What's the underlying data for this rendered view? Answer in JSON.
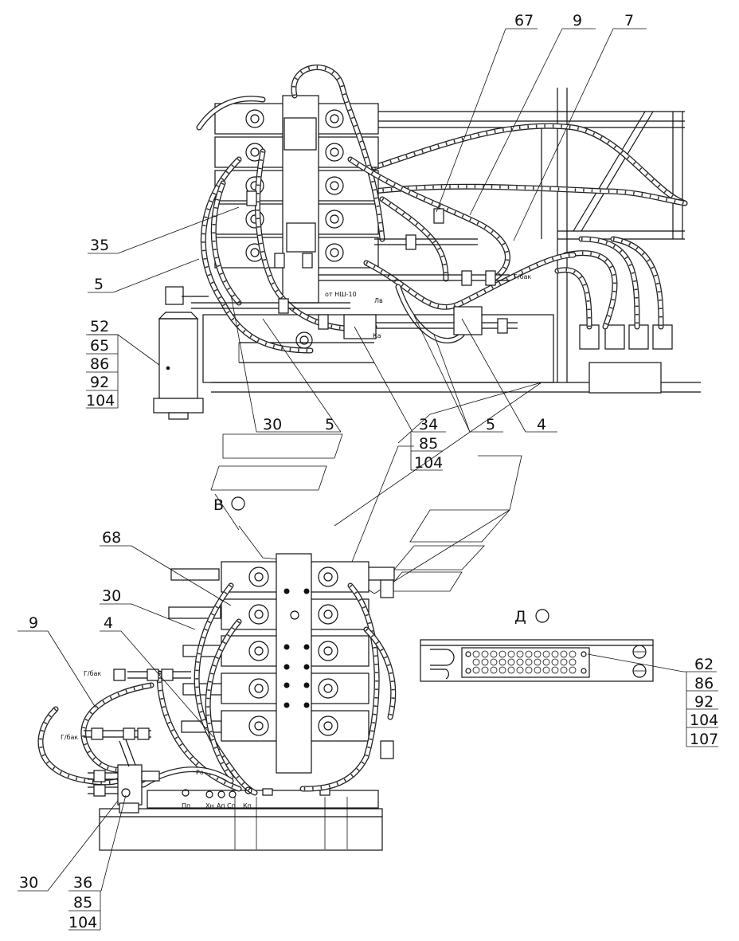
{
  "callouts": {
    "c67": "67",
    "c9_top": "9",
    "c7": "7",
    "c35": "35",
    "c5_left": "5",
    "c52": "52",
    "c65": "65",
    "c86a": "86",
    "c92a": "92",
    "c104a": "104",
    "c30_mid": "30",
    "c5_mid": "5",
    "c34": "34",
    "c85a": "85",
    "c104b": "104",
    "c5_right": "5",
    "c4_right": "4",
    "c68": "68",
    "c30_lower": "30",
    "c4_lower": "4",
    "c9_lower": "9",
    "c62": "62",
    "c86b": "86",
    "c92b": "92",
    "c104c": "104",
    "c107": "107",
    "c30_bottom": "30",
    "c36": "36",
    "c85b": "85",
    "c104d": "104"
  },
  "views": {
    "view_v": "В",
    "view_d": "Д"
  },
  "small_labels": {
    "gbak_top": "Г/бак",
    "from_nsh": "от НШ-10",
    "ka": "Ка",
    "lv": "Лв",
    "gbak_left1": "Г/бак",
    "gbak_left2": "Г/бак",
    "pp": "Пп",
    "hn": "Хн",
    "ap": "Ап",
    "sp": "Сп",
    "kp": "Кп",
    "ro": "Ро"
  }
}
